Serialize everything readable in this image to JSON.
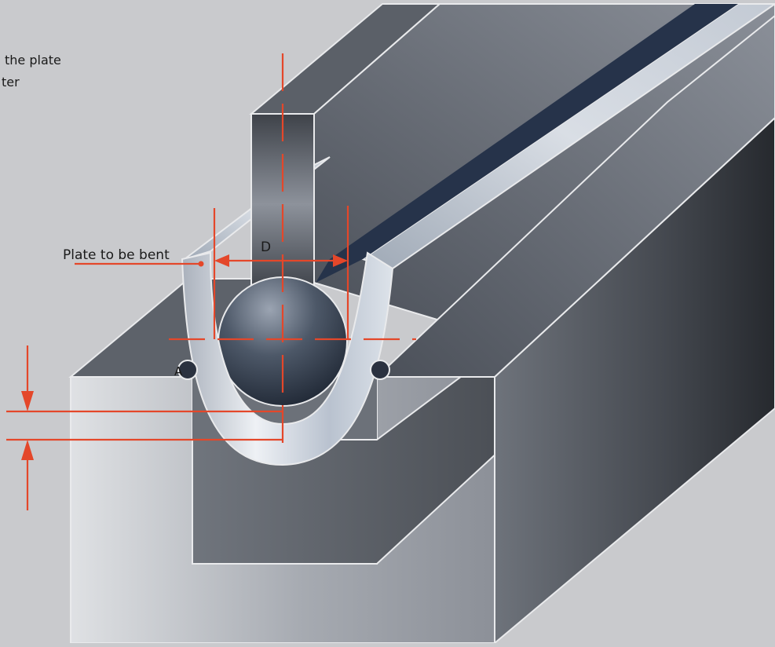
{
  "figure": {
    "corner_text": {
      "line1": "the plate",
      "line2": "ter"
    },
    "labels": {
      "plate": "Plate to be bent",
      "diameter": "D",
      "point_a": "A"
    }
  },
  "colors": {
    "background": "#c9cacd",
    "accent_red": "#e4472a",
    "outline": "#e9eaec",
    "dark_groove": "#26334a"
  }
}
